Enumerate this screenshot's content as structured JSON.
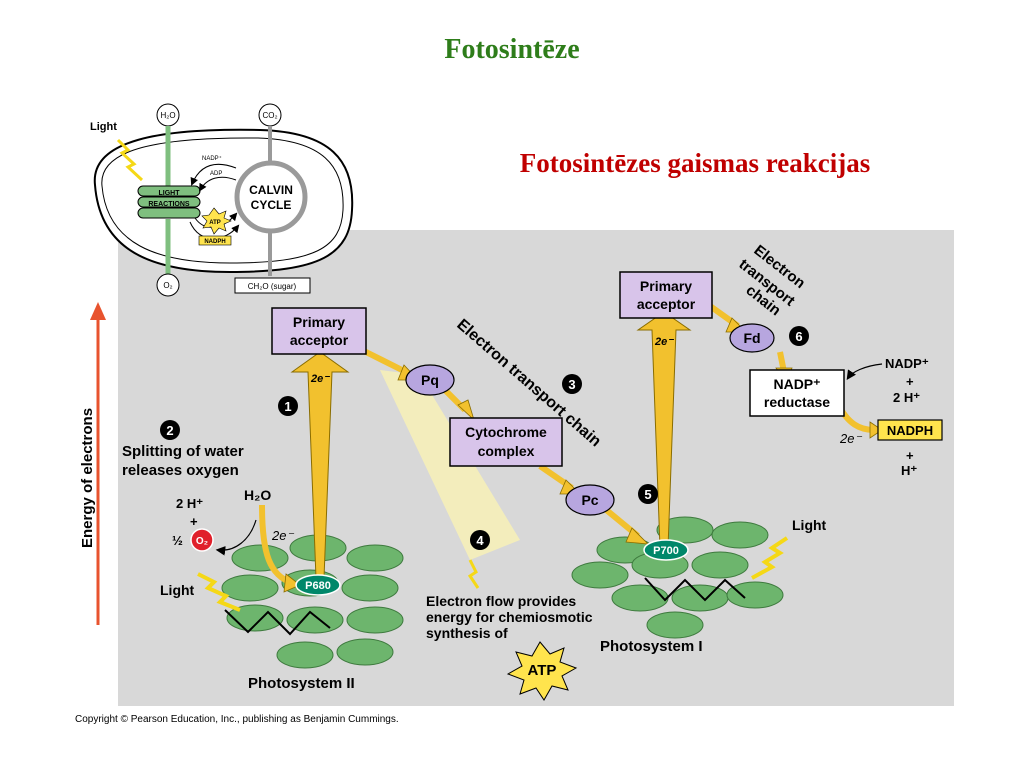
{
  "title": "Fotosintēze",
  "subtitle": "Fotosintēzes gaismas reakcijas",
  "copyright": "Copyright © Pearson Education, Inc., publishing as Benjamin Cummings.",
  "axis_label": "Energy of electrons",
  "colors": {
    "panel": "#d8d8d8",
    "arrow": "#f2c12e",
    "oval": "#6db56d",
    "complex": "#d8c4ea",
    "carrier": "#b7a6df",
    "nadph": "#ffe44d",
    "o2": "#e0202b",
    "axis": "#e8532e",
    "title": "#2e7d1a",
    "subtitle": "#c00000"
  },
  "inset": {
    "light": "Light",
    "h2o": "H₂O",
    "co2": "CO₂",
    "light_reactions": [
      "LIGHT",
      "REACTIONS"
    ],
    "calvin_cycle": [
      "CALVIN",
      "CYCLE"
    ],
    "nadp": "NADP⁺",
    "adp": "ADP",
    "atp": "ATP",
    "nadph": "NADPH",
    "o2": "O₂",
    "sugar": "CH₂O (sugar)"
  },
  "main": {
    "primary_acceptor_1": [
      "Primary",
      "acceptor"
    ],
    "primary_acceptor_2": [
      "Primary",
      "acceptor"
    ],
    "e_label_1": "2e⁻",
    "e_label_2": "2e⁻",
    "e_label_3": "2e⁻",
    "e_label_4": "2e⁻",
    "pq": "Pq",
    "pc": "Pc",
    "fd": "Fd",
    "cytochrome": [
      "Cytochrome",
      "complex"
    ],
    "nadp_reductase": [
      "NADP⁺",
      "reductase"
    ],
    "nadph": "NADPH",
    "nadp_plus": "NADP⁺",
    "plus": "+",
    "two_h": "2 H⁺",
    "h_plus": "H⁺",
    "etc_1": "Electron transport chain",
    "etc_2": [
      "Electron",
      "transport",
      "chain"
    ],
    "step1": "1",
    "step2": "2",
    "step3": "3",
    "step4": "4",
    "step5": "5",
    "step6": "6",
    "splitting": [
      "Splitting of water",
      "releases oxygen"
    ],
    "water_h2o": "H₂O",
    "two_h_left": "2 H⁺",
    "half": "½",
    "o2": "O₂",
    "light_1": "Light",
    "light_2": "Light",
    "p680": "P680",
    "p700": "P700",
    "photosystem_2": "Photosystem II",
    "photosystem_1": "Photosystem I",
    "electron_flow": [
      "Electron flow provides",
      "energy for chemiosmotic",
      "synthesis of"
    ],
    "atp": "ATP"
  }
}
